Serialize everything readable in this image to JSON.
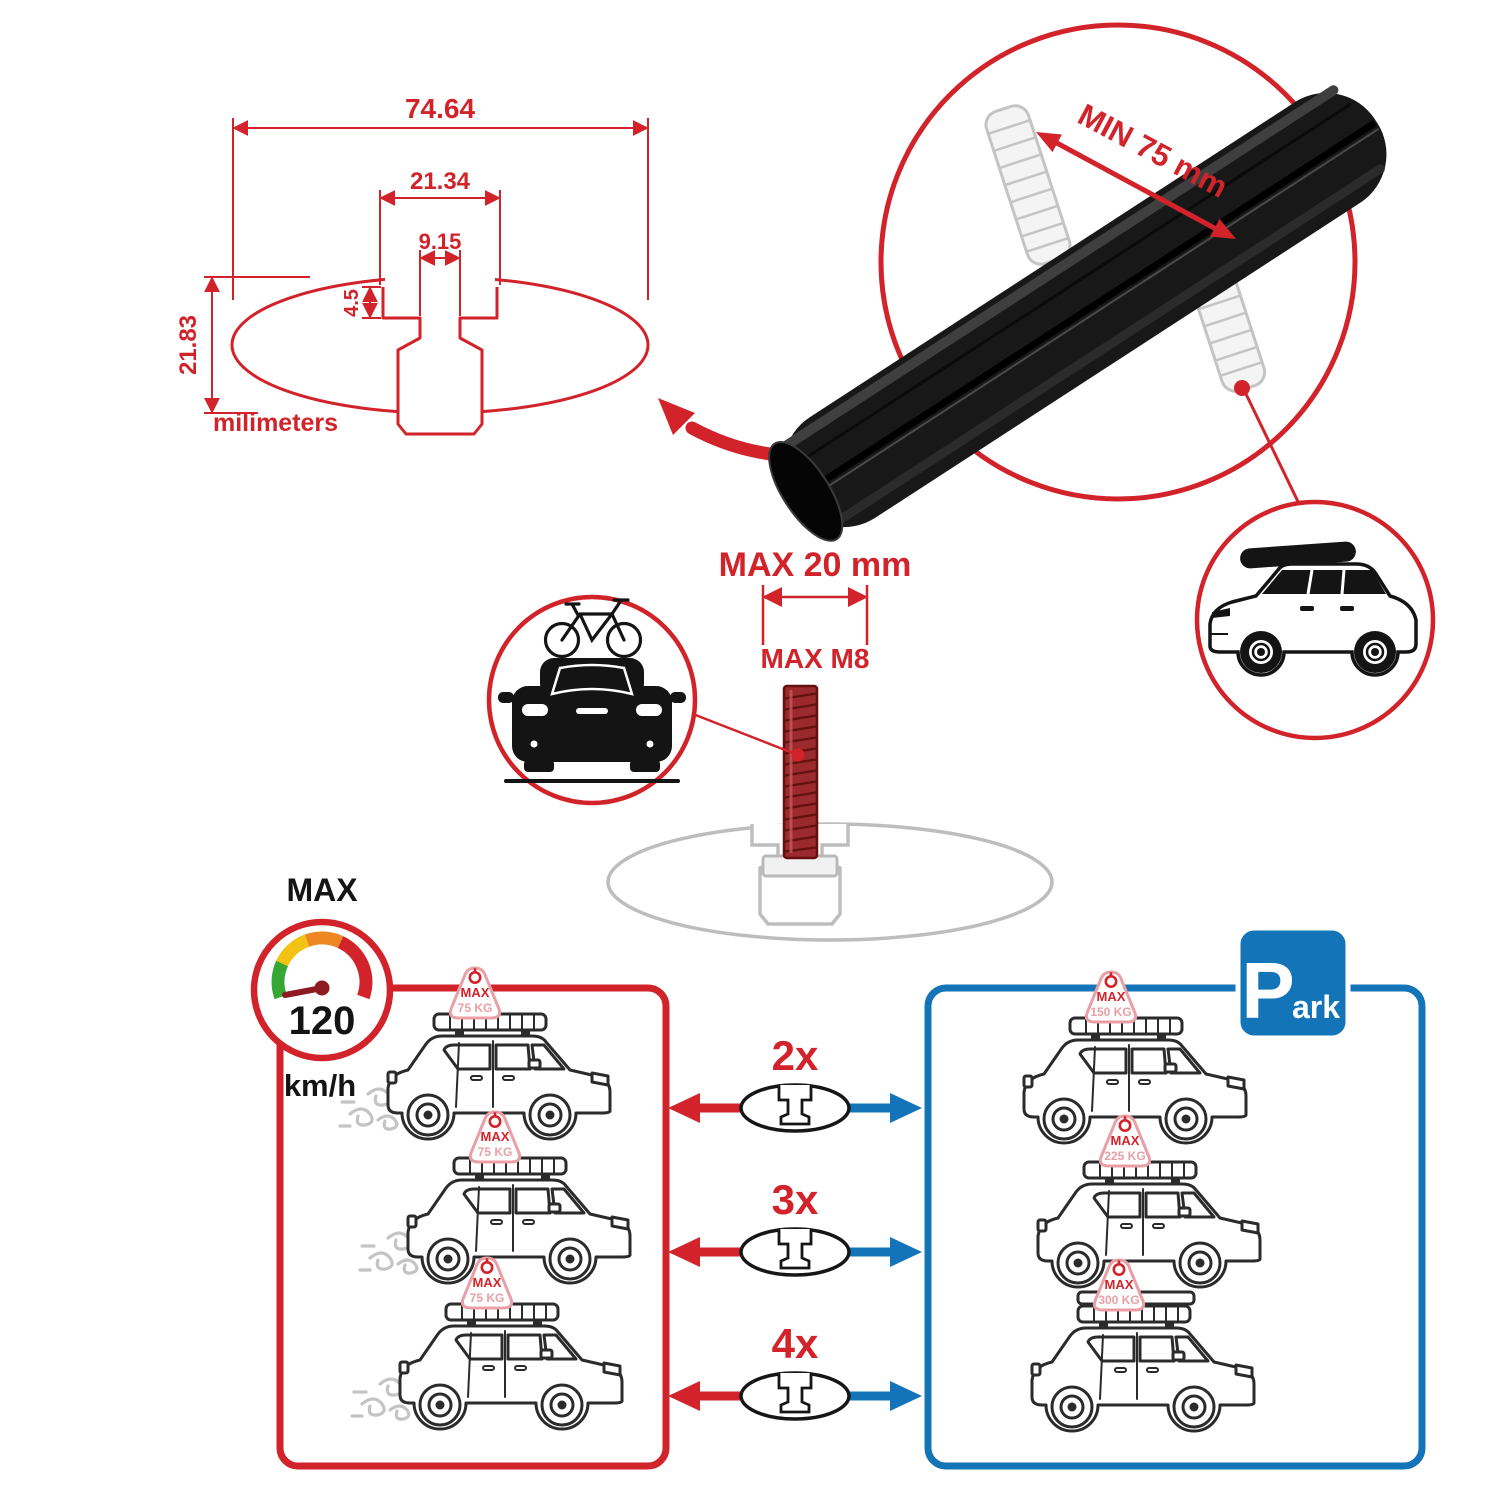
{
  "technical_drawing": {
    "dim_total_width": "74.64",
    "dim_opening": "21.34",
    "dim_slot": "9.15",
    "dim_lip": "4.5",
    "dim_height": "21.83",
    "units": "milimeters"
  },
  "closeup": {
    "min_span": "MIN 75 mm"
  },
  "bolt": {
    "max_width": "MAX 20 mm",
    "max_thread": "MAX M8"
  },
  "speedometer": {
    "label": "MAX",
    "value": "120",
    "units": "km/h"
  },
  "parking_sign": {
    "letter": "P",
    "suffix": "ark"
  },
  "multipliers": [
    "2x",
    "3x",
    "4x"
  ],
  "driving_cars": [
    {
      "label": "MAX",
      "load": "75 KG"
    },
    {
      "label": "MAX",
      "load": "75 KG"
    },
    {
      "label": "MAX",
      "load": "75 KG"
    }
  ],
  "parked_cars": [
    {
      "label": "MAX",
      "load": "150 KG"
    },
    {
      "label": "MAX",
      "load": "225 KG"
    },
    {
      "label": "MAX",
      "load": "300 KG"
    }
  ],
  "colors": {
    "red": "#d2232a",
    "dark_red": "#8d1b21",
    "bolt_red": "#9a2a2b",
    "blue": "#1474b8",
    "black": "#141414",
    "ghost_gray": "#c4c4c4",
    "pink": "#e8a0a6",
    "gauge_green": "#36a635",
    "gauge_yellow": "#f2c313",
    "gauge_orange": "#ee8722"
  }
}
